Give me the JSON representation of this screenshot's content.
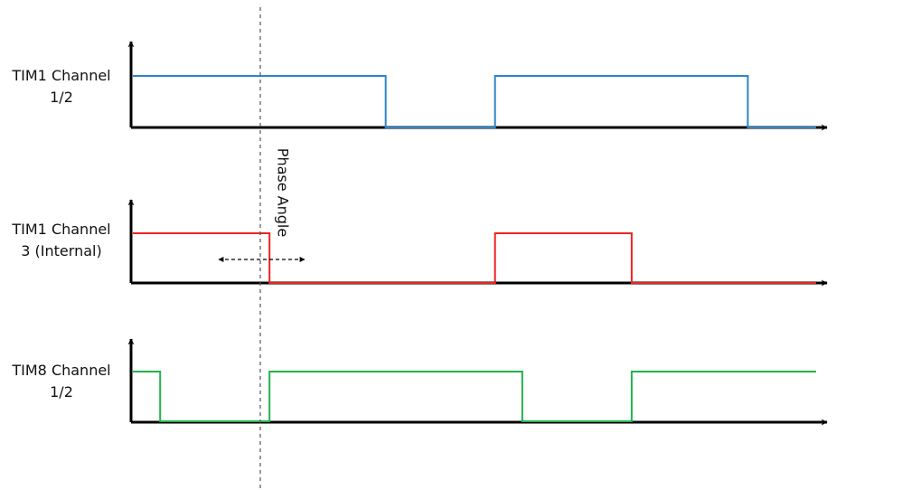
{
  "channels": [
    {
      "label_line1": "TIM1 Channel",
      "label_line2": "1/2",
      "color": "#2E86C8",
      "levels": [
        1,
        0,
        1,
        0
      ],
      "edges": [
        0.37,
        0.53,
        0.9
      ]
    },
    {
      "label_line1": "TIM1 Channel",
      "label_line2": "3 (Internal)",
      "color": "#EE2222",
      "levels": [
        1,
        0,
        1,
        0
      ],
      "edges": [
        0.2,
        0.53,
        0.73
      ]
    },
    {
      "label_line1": "TIM8 Channel",
      "label_line2": "1/2",
      "color": "#22B24C",
      "levels": [
        1,
        0,
        1,
        0,
        1
      ],
      "edges": [
        0.04,
        0.2,
        0.57,
        0.73
      ]
    }
  ],
  "annotation": {
    "phase_label": "Phase Angle"
  },
  "colors": {
    "axis": "#000000",
    "marker_line": "#555555"
  }
}
